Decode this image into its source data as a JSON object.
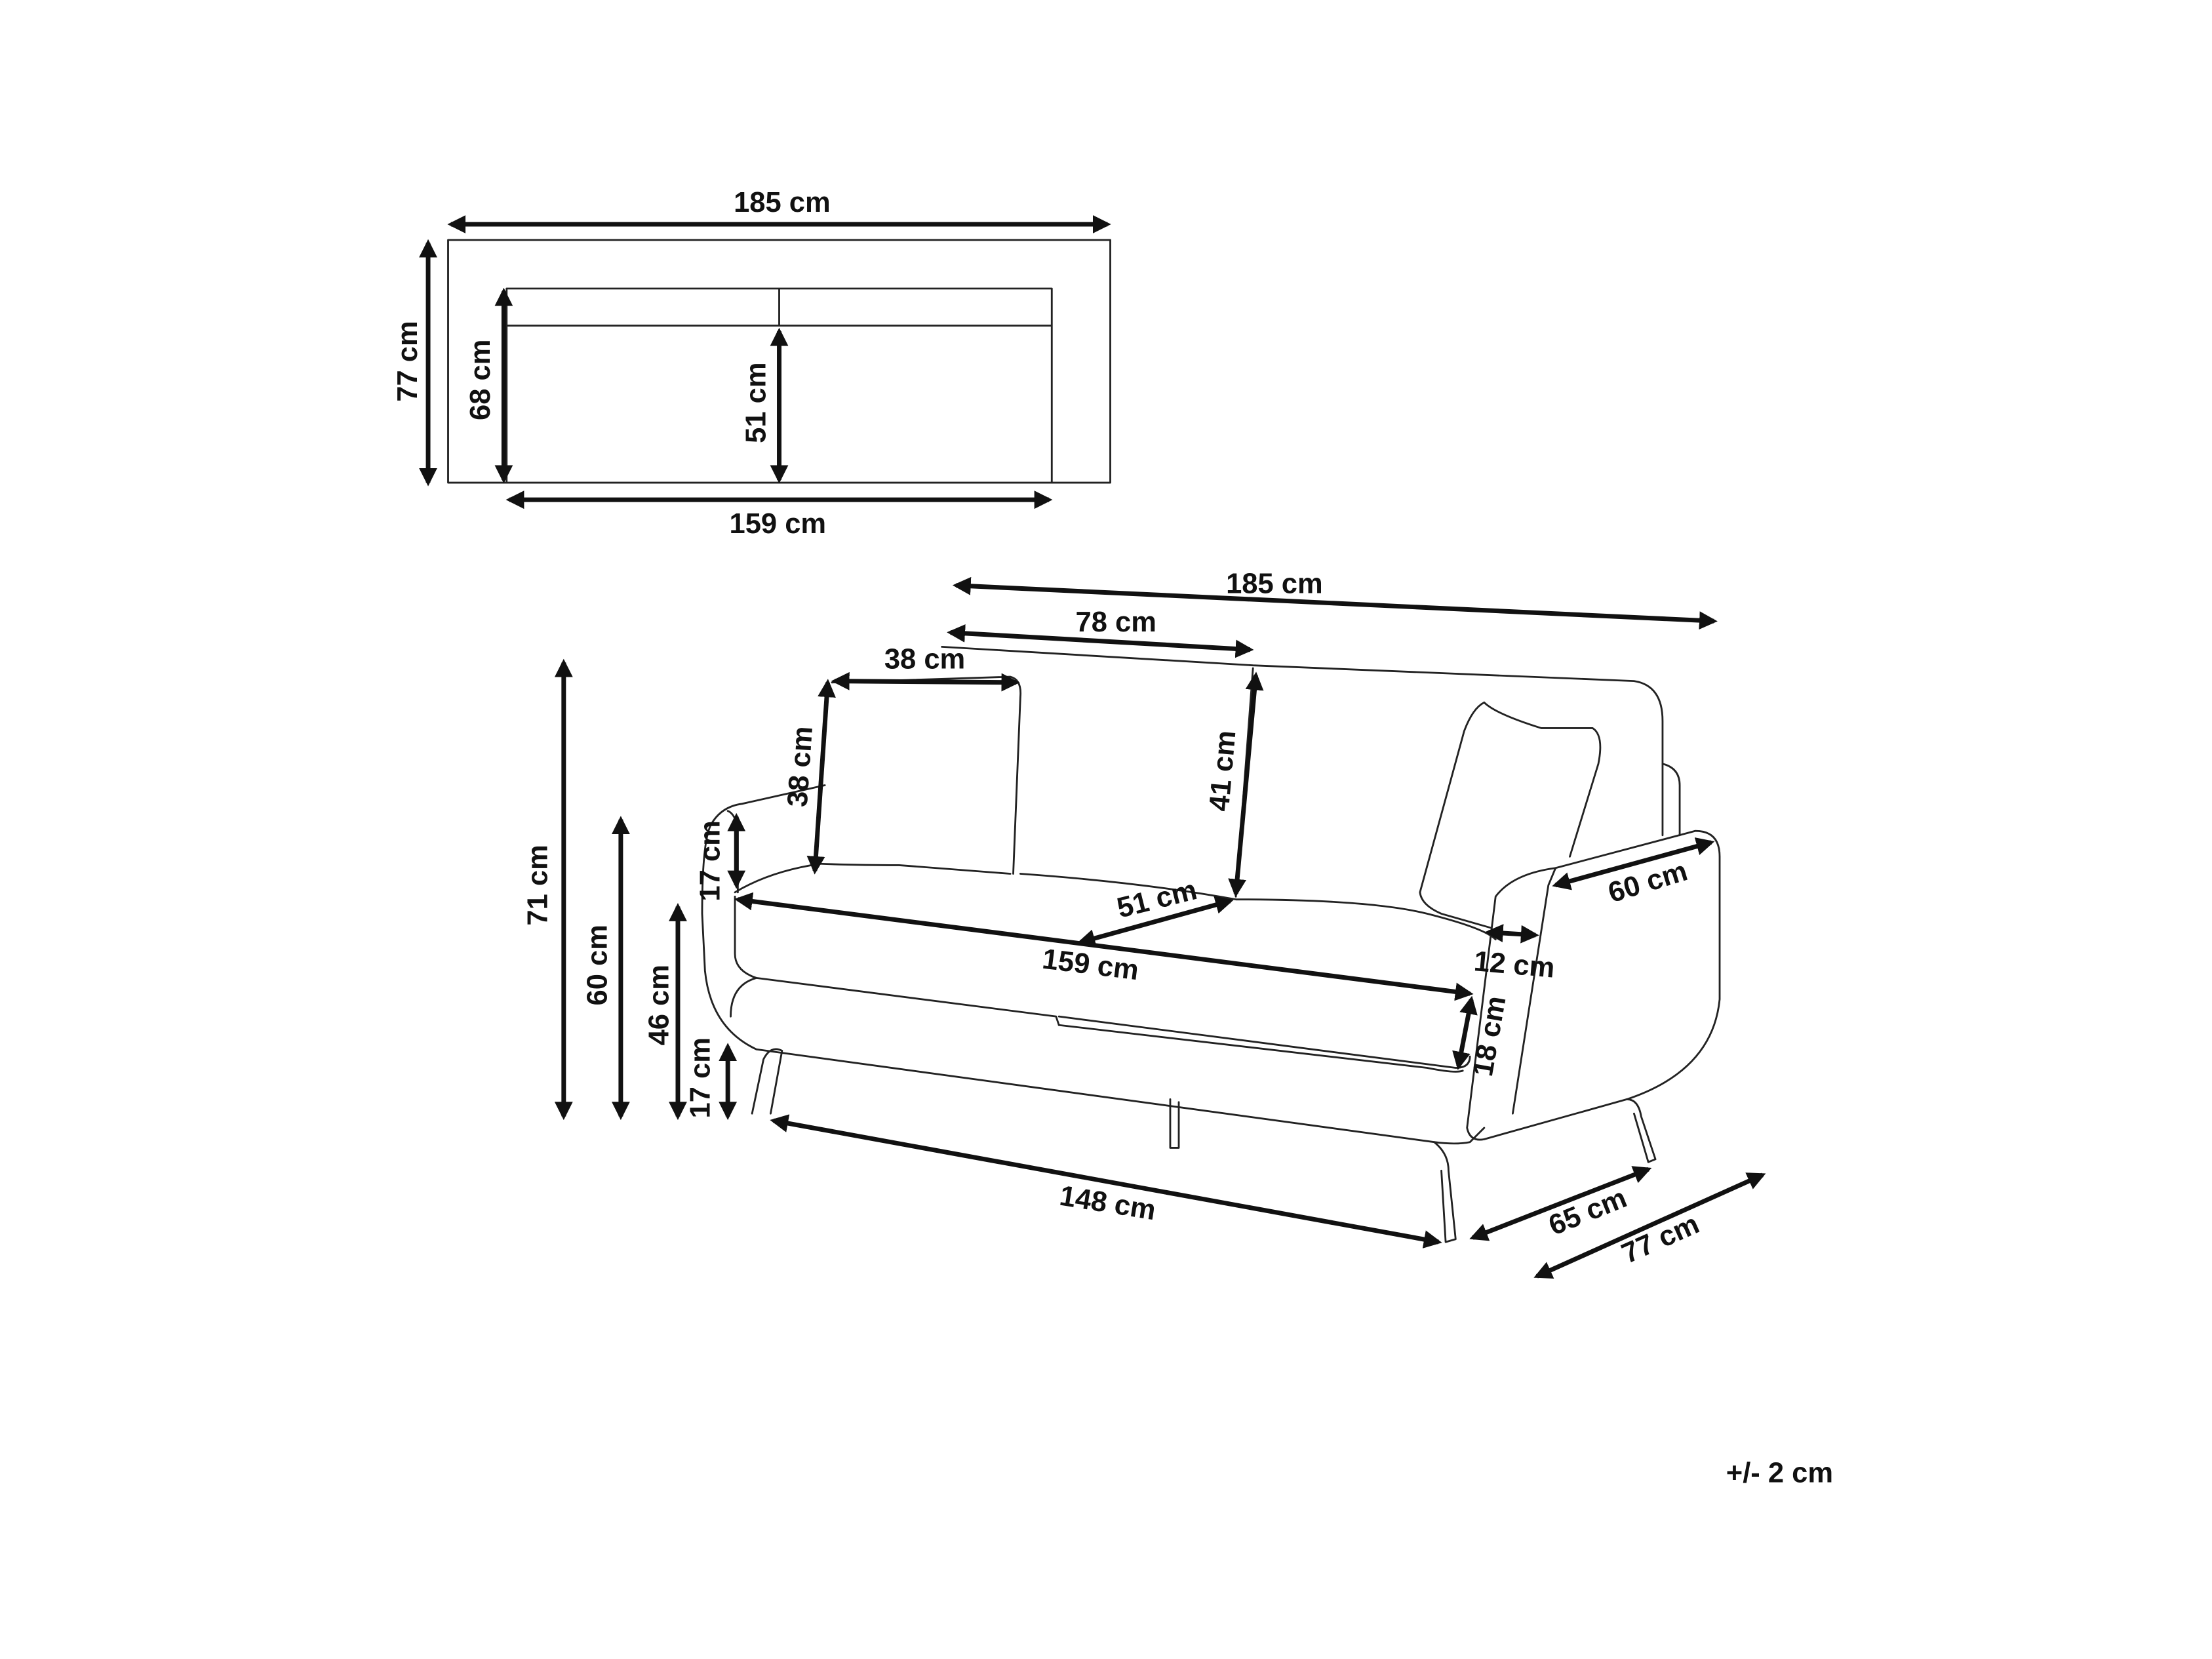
{
  "top_view": {
    "width": "185 cm",
    "depth": "77 cm",
    "seat_depth": "68 cm",
    "inner_depth": "51 cm",
    "seat_width": "159 cm"
  },
  "front_view": {
    "overall_width": "185 cm",
    "back_cushion_width": "78 cm",
    "pillow_width": "38 cm",
    "pillow_height": "38 cm",
    "back_cushion_height": "41 cm",
    "armrest_above_seat": "17 cm",
    "total_height": "71 cm",
    "armrest_height": "60 cm",
    "seat_height": "46 cm",
    "leg_height": "17 cm",
    "seat_cushion_depth": "51 cm",
    "seat_width": "159 cm",
    "armrest_length": "60 cm",
    "armrest_width": "12 cm",
    "seat_thickness": "18 cm",
    "leg_span": "148 cm",
    "leg_depth": "65 cm",
    "overall_depth": "77 cm"
  },
  "tolerance": "+/- 2 cm"
}
